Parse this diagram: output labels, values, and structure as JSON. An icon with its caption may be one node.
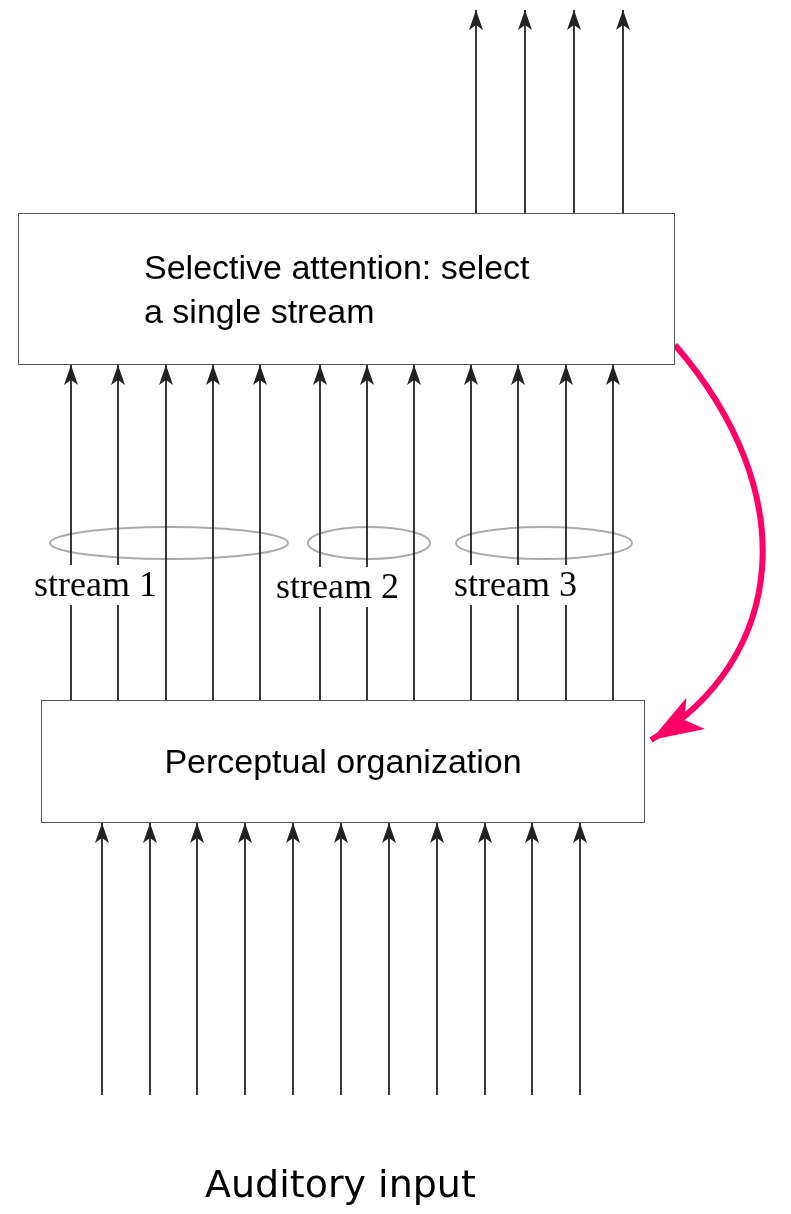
{
  "diagram": {
    "nodes": [
      {
        "text": [
          "Selective attention: select a single stream"
        ]
      },
      {
        "text": [
          "Perceptual organization"
        ]
      },
      {
        "text": [
          "Auditory input"
        ]
      }
    ],
    "edges": [
      {
        "from": null,
        "to": 1,
        "arrow": "to"
      },
      {
        "from": null,
        "to": 1,
        "arrow": "to"
      },
      {
        "from": null,
        "to": 1,
        "arrow": "to"
      },
      {
        "from": null,
        "to": 1,
        "arrow": "to"
      },
      {
        "from": null,
        "to": 1,
        "arrow": "to"
      },
      {
        "from": null,
        "to": 1,
        "arrow": "to"
      },
      {
        "from": null,
        "to": 1,
        "arrow": "to"
      },
      {
        "from": null,
        "to": 1,
        "arrow": "to"
      },
      {
        "from": null,
        "to": 1,
        "arrow": "to"
      },
      {
        "from": null,
        "to": 1,
        "arrow": "to"
      },
      {
        "from": null,
        "to": 1,
        "arrow": "to"
      },
      {
        "from": 1,
        "to": 0,
        "arrow": "to"
      },
      {
        "from": 1,
        "to": 0,
        "arrow": "to"
      },
      {
        "from": 1,
        "to": 0,
        "arrow": "to"
      },
      {
        "from": 1,
        "to": 0,
        "arrow": "to"
      },
      {
        "from": 1,
        "to": 0,
        "arrow": "to"
      },
      {
        "from": 1,
        "to": 0,
        "arrow": "to"
      },
      {
        "from": 1,
        "to": 0,
        "arrow": "to"
      },
      {
        "from": 1,
        "to": 0,
        "arrow": "to"
      },
      {
        "from": 1,
        "to": 0,
        "arrow": "to"
      },
      {
        "from": 1,
        "to": 0,
        "arrow": "to"
      },
      {
        "from": 1,
        "to": 0,
        "arrow": "to"
      },
      {
        "from": 1,
        "to": 0,
        "arrow": "to"
      },
      {
        "from": 0,
        "to": null,
        "arrow": "to"
      },
      {
        "from": 0,
        "to": null,
        "arrow": "to"
      },
      {
        "from": 0,
        "to": null,
        "arrow": "to"
      },
      {
        "from": 0,
        "to": null,
        "arrow": "to"
      },
      {
        "from": 0,
        "to": 1,
        "arrow": "to",
        "style": "thick",
        "color": "#ff0066"
      }
    ],
    "labels": [
      "stream 1",
      "stream 2",
      "stream 3"
    ]
  }
}
